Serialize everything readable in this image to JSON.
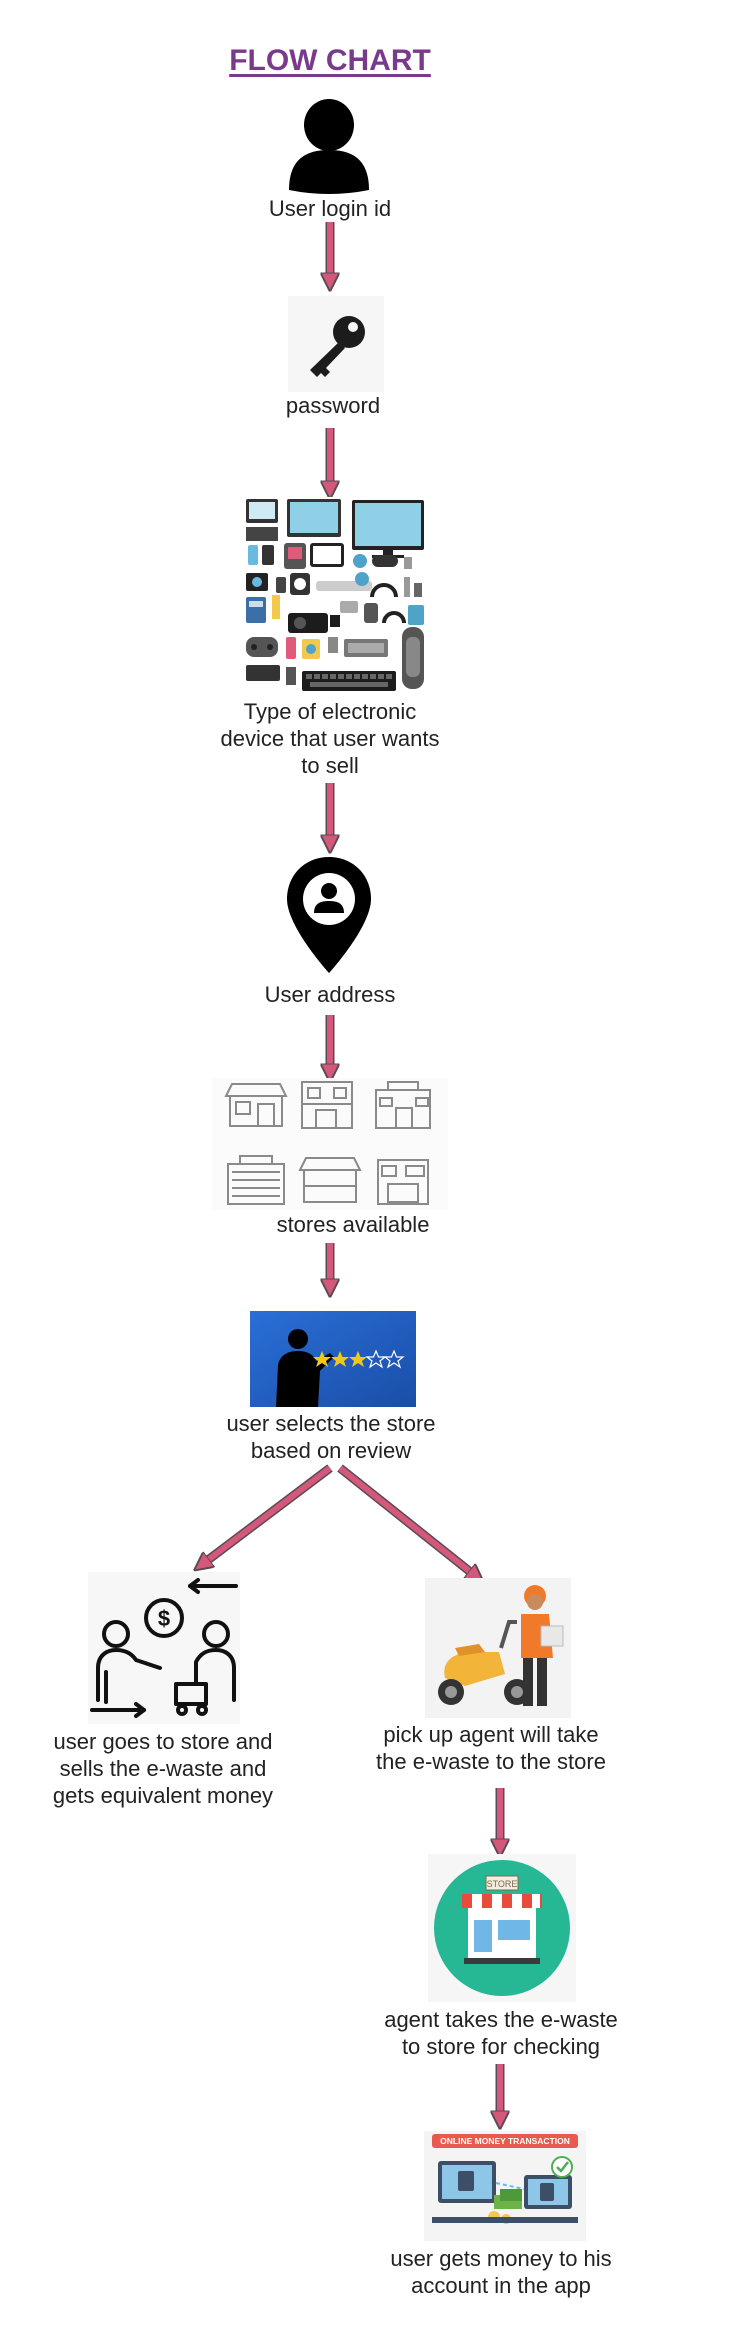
{
  "title": "FLOW CHART",
  "colors": {
    "title": "#7a3a8c",
    "arrow": "#d4587a",
    "arrow_outline": "#5a4a55"
  },
  "steps": {
    "login": {
      "label": "User login id",
      "icon": "user-icon"
    },
    "password": {
      "label": "password",
      "icon": "key-icon"
    },
    "device": {
      "label": "Type of electronic device that user wants to sell",
      "icon": "electronics-collage-image"
    },
    "address": {
      "label": "User address",
      "icon": "location-pin-icon"
    },
    "stores": {
      "label": "stores available",
      "icon": "shops-grid-icon"
    },
    "select": {
      "label": "user selects the store based on review",
      "icon": "review-stars-image"
    },
    "store_sell": {
      "label": "user goes to store and sells the e-waste and gets equivalent money",
      "icon": "money-exchange-icon"
    },
    "pickup": {
      "label": "pick up agent will take the e-waste to the store",
      "icon": "delivery-scooter-image"
    },
    "agent_store": {
      "label": "agent takes the e-waste to store for checking",
      "icon": "store-icon"
    },
    "money": {
      "label": "user gets money to his account in the app",
      "icon": "online-money-transaction-image",
      "banner": "ONLINE MONEY TRANSACTION"
    }
  }
}
